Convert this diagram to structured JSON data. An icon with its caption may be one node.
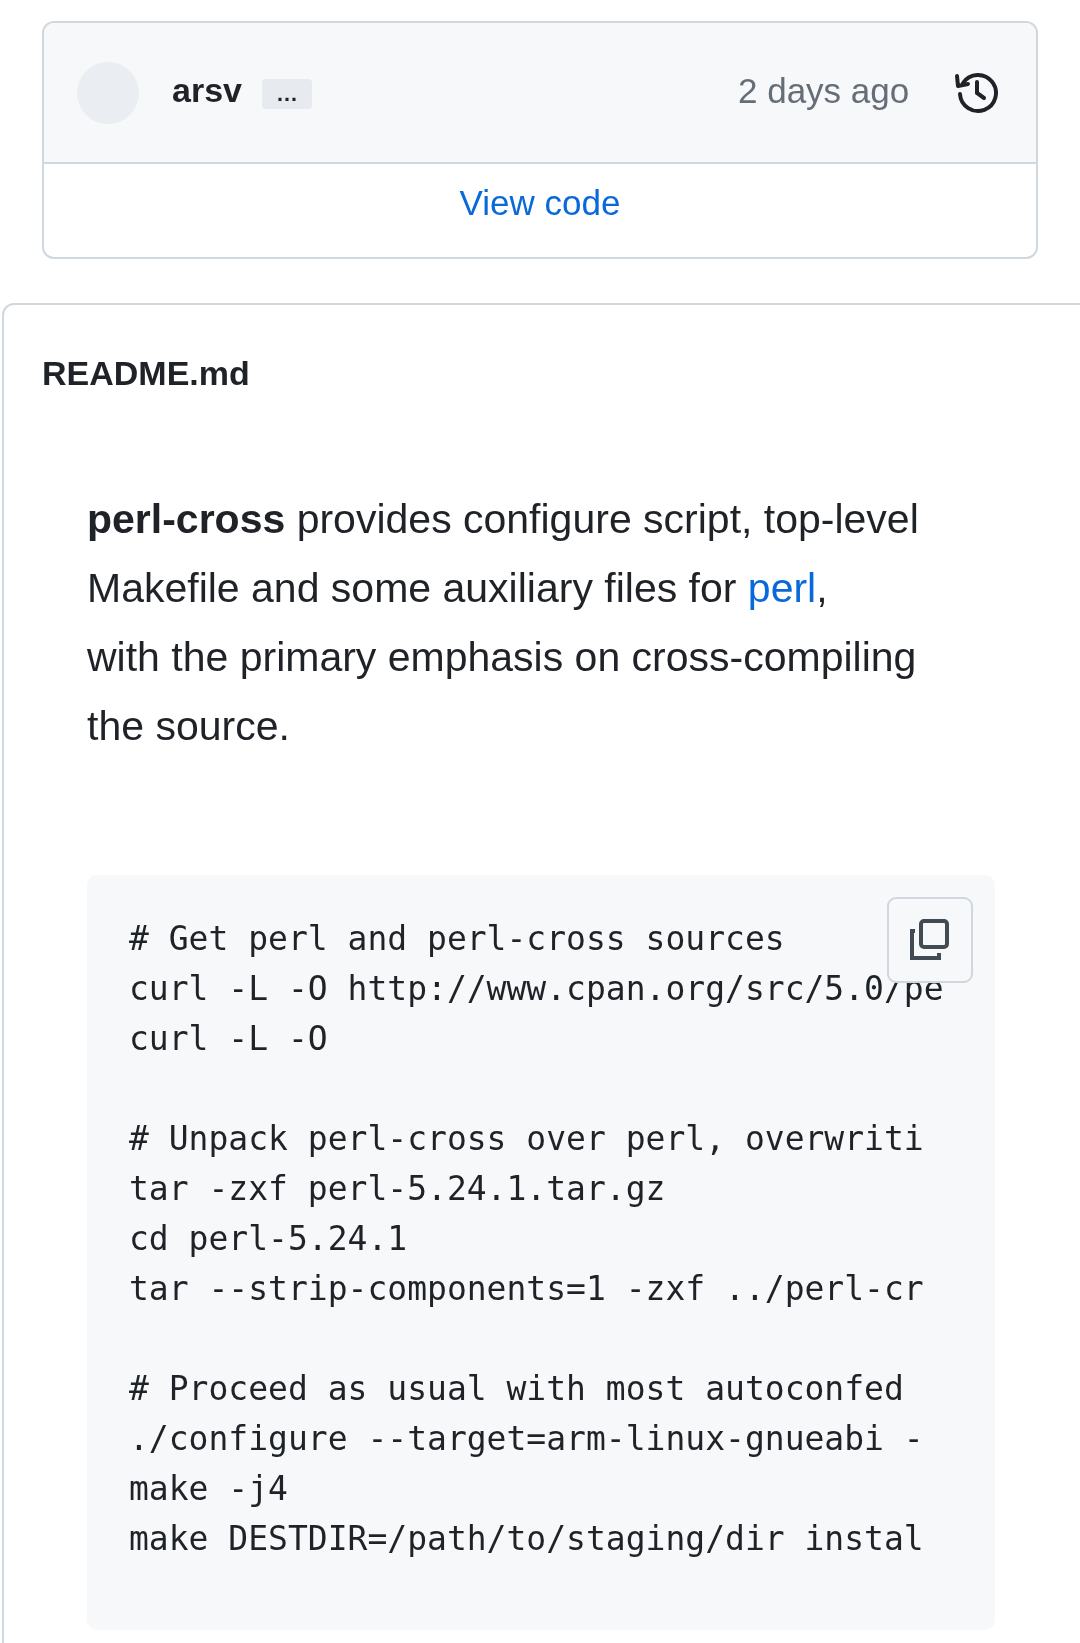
{
  "diagram": {
    "labels": [
      "arsv",
      "…",
      "2 days ago",
      "View code",
      "README.md",
      "**perl-cross** provides configure script, top-level Makefile and some auxiliary files for",
      "perl",
      ",",
      "with the primary emphasis on cross-compiling the source.",
      "# Get perl and perl-cross sources",
      "curl -L -O http://www.cpan.org/src/5.0/pe",
      "curl -L -O",
      "# Unpack perl-cross over perl, overwriti",
      "tar -zxf perl-5.24.1.tar.gz",
      "cd perl-5.24.1",
      "tar --strip-components=1 -zxf ../perl-cr",
      "# Proceed as usual with most autoconfed",
      "./configure --target=arm-linux-gnueabi -",
      "make -j4",
      "make DESTDIR=/path/to/staging/dir instal"
    ]
  }
}
